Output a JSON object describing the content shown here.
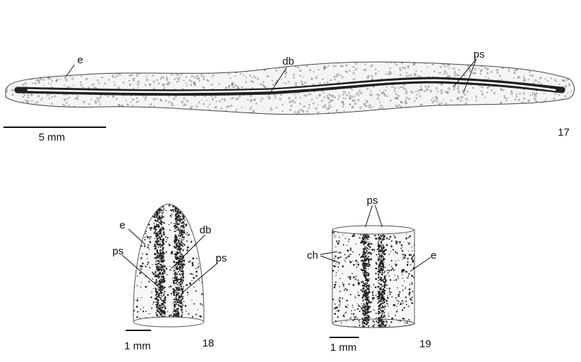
{
  "figure17": {
    "number": "17",
    "scale_label": "5 mm",
    "labels": {
      "e": "e",
      "db": "db",
      "ps": "ps"
    }
  },
  "figure18": {
    "number": "18",
    "scale_label": "1 mm",
    "labels": {
      "e": "e",
      "db": "db",
      "ps_left": "ps",
      "ps_right": "ps"
    }
  },
  "figure19": {
    "number": "19",
    "scale_label": "1 mm",
    "labels": {
      "ps": "ps",
      "ch": "ch",
      "e": "e"
    }
  }
}
